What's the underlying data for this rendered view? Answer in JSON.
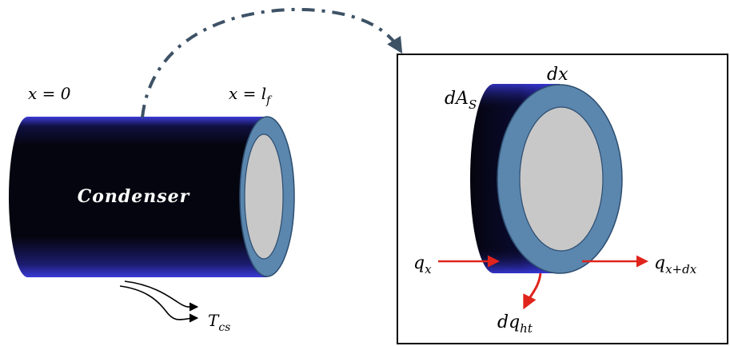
{
  "condenser": {
    "label": "Condenser",
    "start_label": "x = 0",
    "end_label": "x = l",
    "end_label_sub": "f",
    "heat_out_label": "T",
    "heat_out_sub": "cs"
  },
  "detail": {
    "area_label": "dA",
    "area_sub": "S",
    "thickness_label": "dx",
    "inflow_label": "q",
    "inflow_sub": "x",
    "outflow_label": "q",
    "outflow_sub": "x+dx",
    "heat_transfer_label": "dq",
    "heat_transfer_sub": "ht"
  },
  "colors": {
    "body_dark": "#05050f",
    "body_edge": "#3a3ad0",
    "ring": "#5b86ad",
    "ring_stroke": "#2c4d70",
    "core": "#c8c8c8",
    "flow_arrow": "#e0241b",
    "callout_arc": "#3e5266"
  }
}
